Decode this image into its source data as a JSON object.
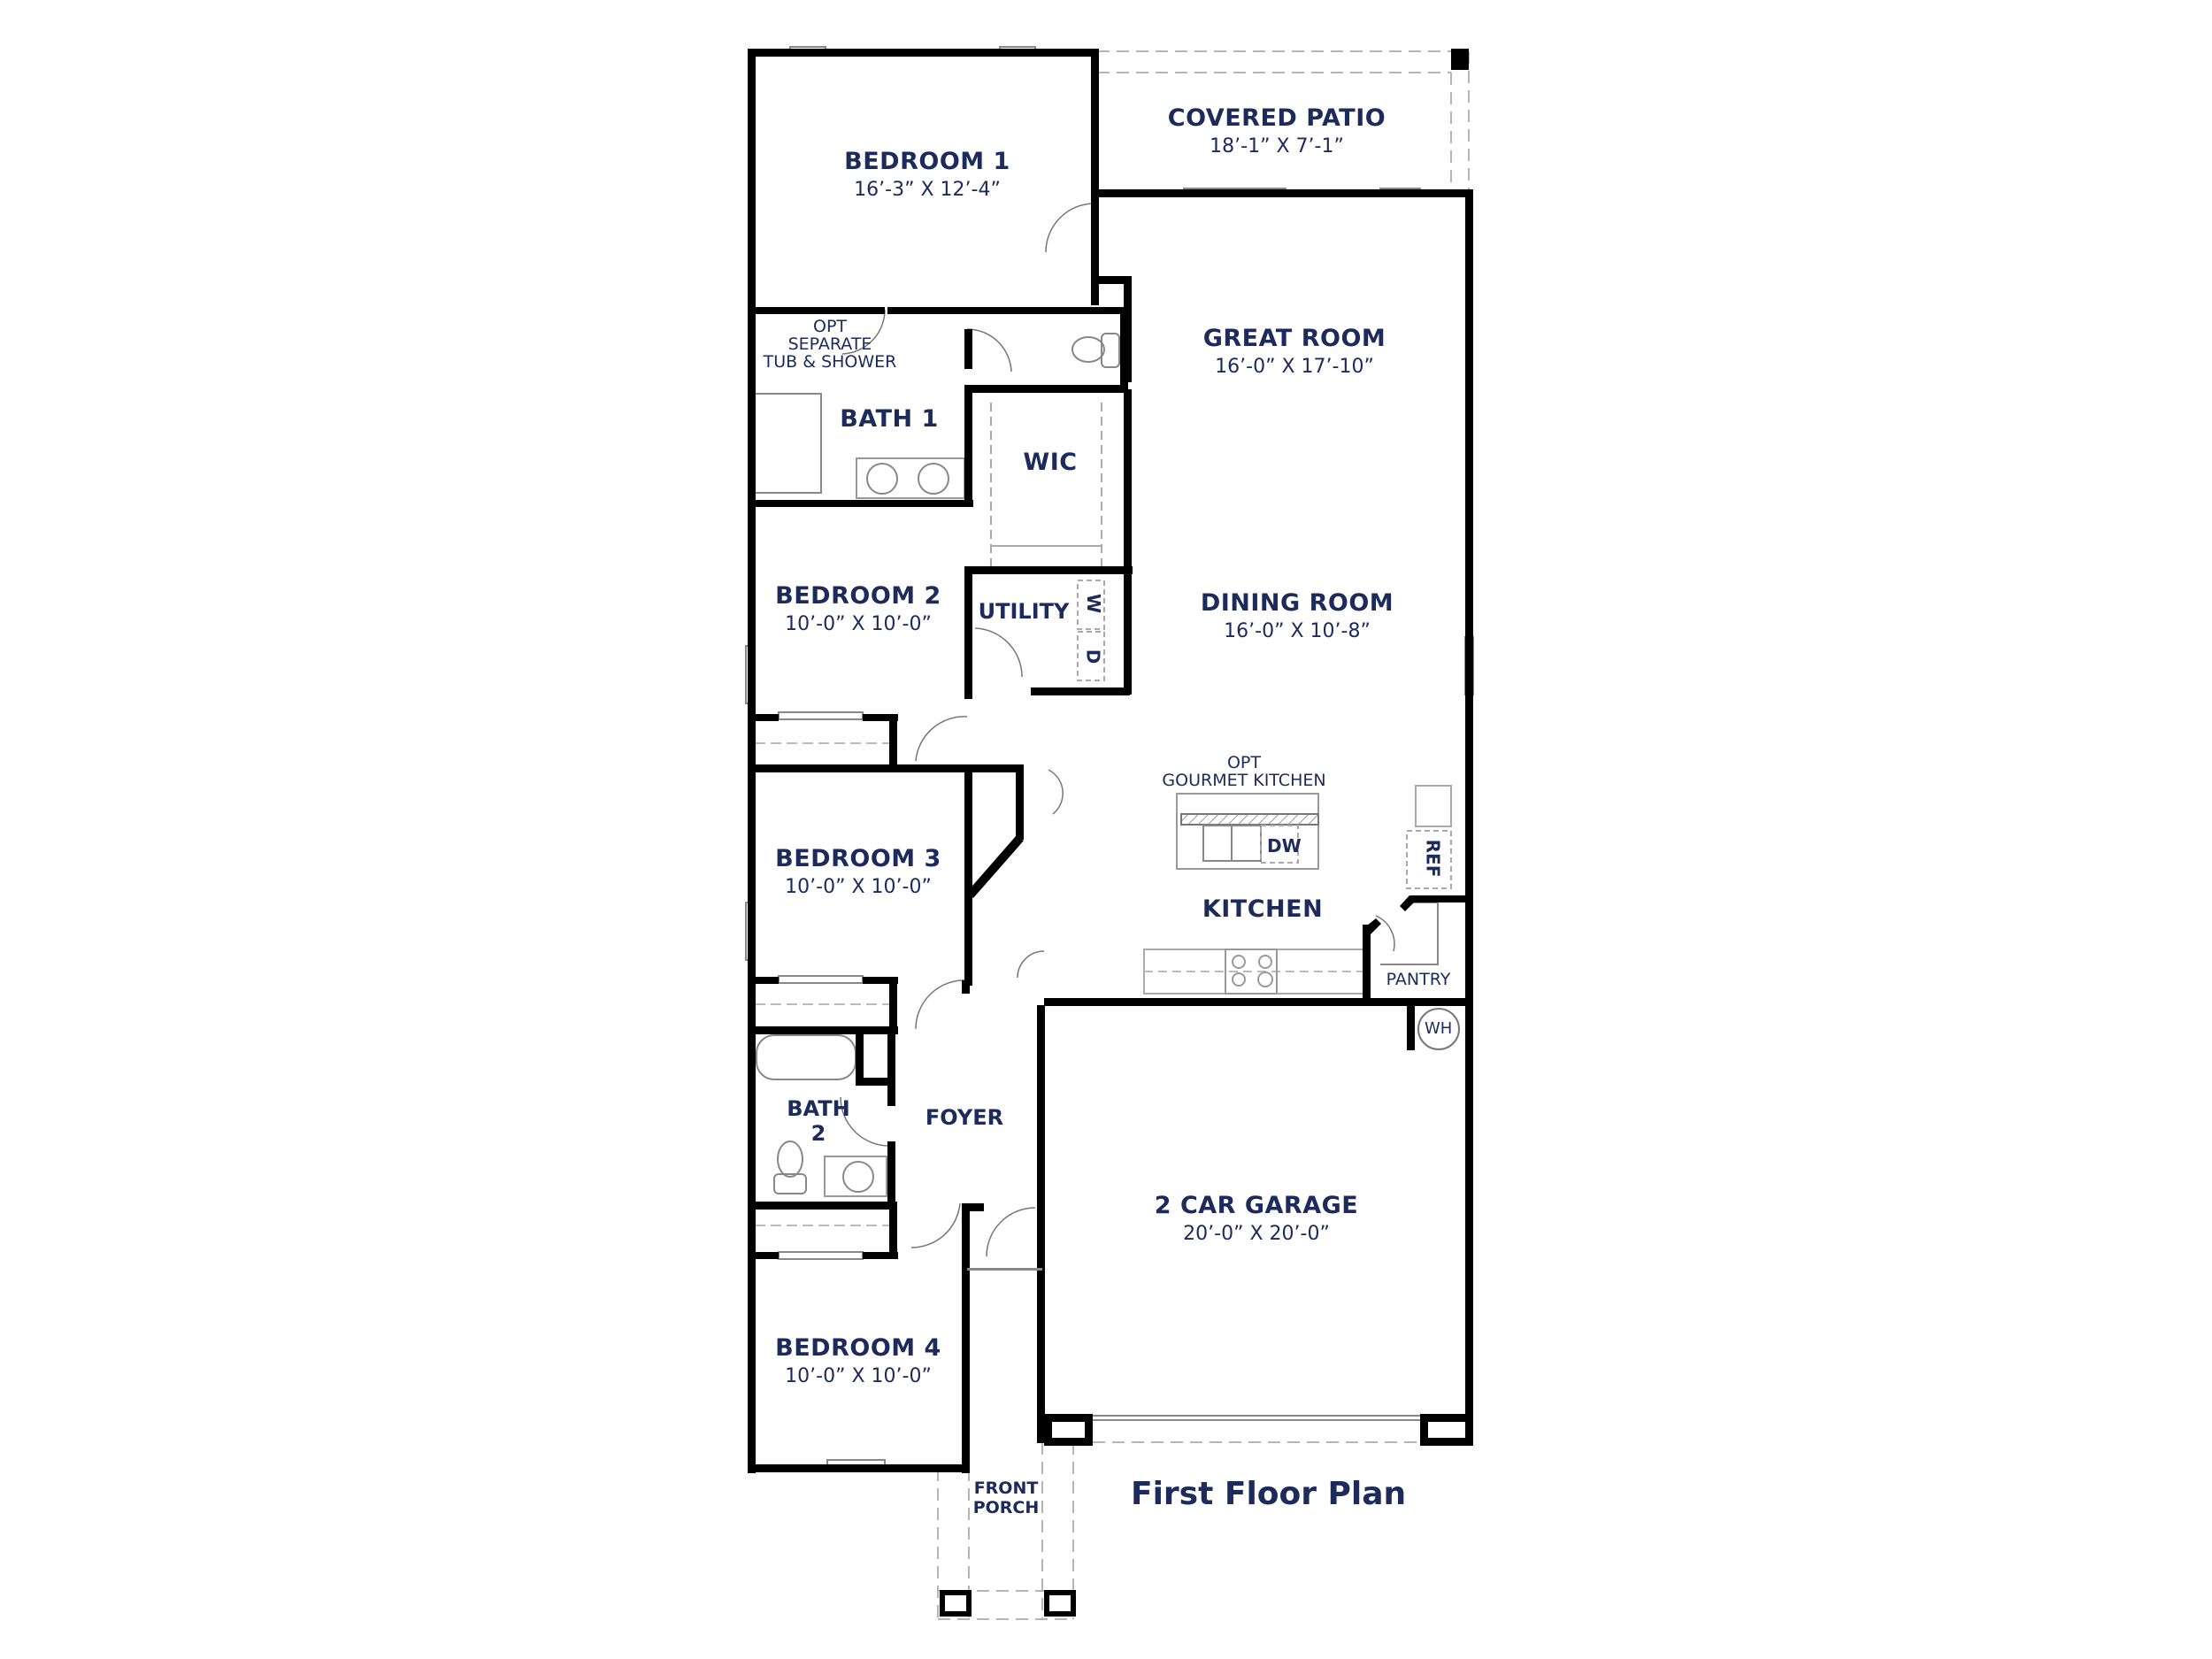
{
  "plan": {
    "title": "First Floor Plan",
    "label_color": "#1c2a5c",
    "wall_color": "#000000",
    "fixture_color": "#888888"
  },
  "rooms": {
    "covered_patio": {
      "name": "COVERED PATIO",
      "dims": "18’-1” X 7’-1”"
    },
    "bedroom_1": {
      "name": "BEDROOM 1",
      "dims": "16’-3” X 12’-4”"
    },
    "great_room": {
      "name": "GREAT ROOM",
      "dims": "16’-0” X 17’-10”"
    },
    "bath_1": {
      "name": "BATH 1",
      "note": [
        "OPT",
        "SEPARATE",
        "TUB & SHOWER"
      ]
    },
    "wic": {
      "name": "WIC"
    },
    "bedroom_2": {
      "name": "BEDROOM 2",
      "dims": "10’-0” X 10’-0”"
    },
    "utility": {
      "name": "UTILITY"
    },
    "dining_room": {
      "name": "DINING ROOM",
      "dims": "16’-0” X 10’-8”"
    },
    "kitchen": {
      "name": "KITCHEN",
      "note": [
        "OPT",
        "GOURMET KITCHEN"
      ]
    },
    "bedroom_3": {
      "name": "BEDROOM 3",
      "dims": "10’-0” X 10’-0”"
    },
    "pantry": {
      "name": "PANTRY"
    },
    "bath_2": {
      "name": [
        "BATH",
        "2"
      ]
    },
    "foyer": {
      "name": "FOYER"
    },
    "garage": {
      "name": "2 CAR GARAGE",
      "dims": "20’-0” X 20’-0”"
    },
    "bedroom_4": {
      "name": "BEDROOM 4",
      "dims": "10’-0” X 10’-0”"
    },
    "front_porch": {
      "name": [
        "FRONT",
        "PORCH"
      ]
    }
  },
  "appliances": {
    "washer": "W",
    "dryer": "D",
    "dishwasher": "DW",
    "refrigerator": "REF",
    "water_heater": "WH"
  }
}
